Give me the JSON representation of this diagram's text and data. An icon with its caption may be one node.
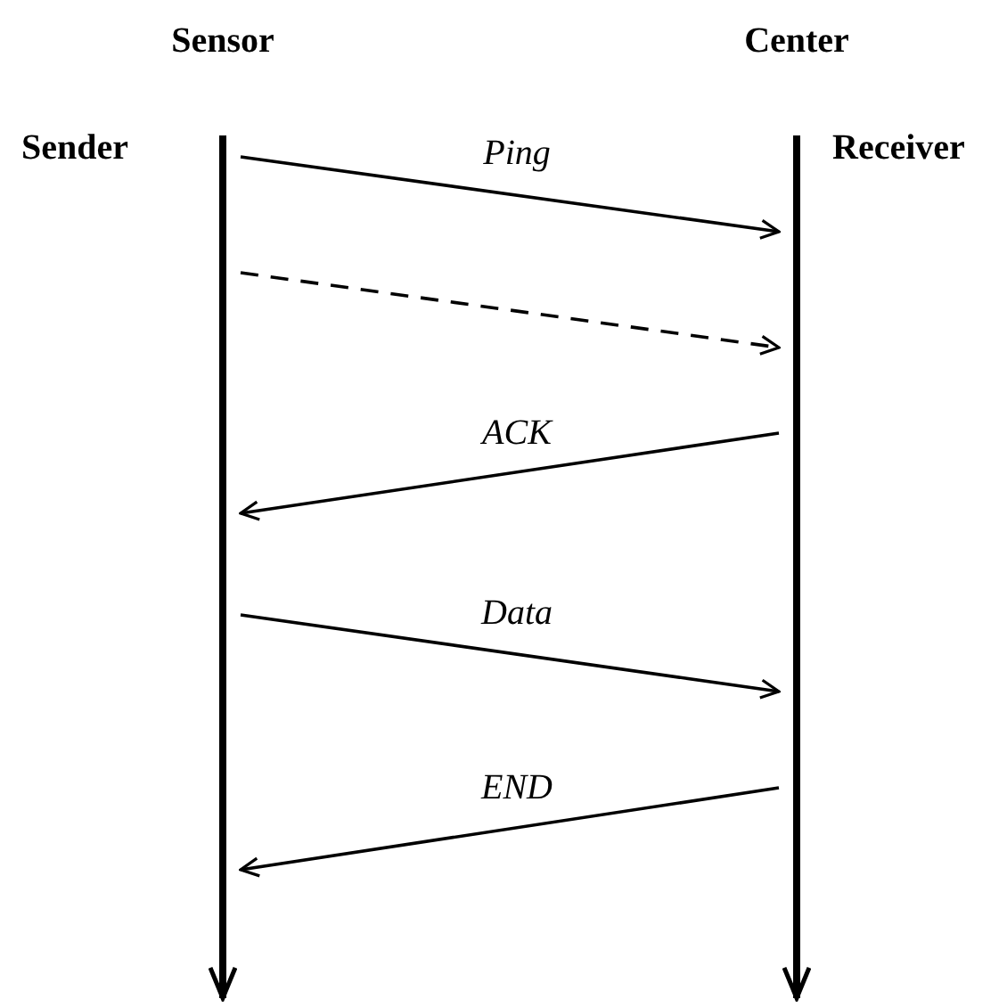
{
  "diagram": {
    "nodes": [
      {
        "text": [
          "Sensor"
        ],
        "beside": [
          "Sender"
        ]
      },
      {
        "text": [
          "Center"
        ],
        "beside": [
          "Receiver"
        ]
      }
    ],
    "edges": [
      {
        "from": 0,
        "to": 1,
        "arrow": "to",
        "label": "Ping"
      },
      {
        "from": 0,
        "to": 1,
        "arrow": "to",
        "style": "dashed"
      },
      {
        "from": 1,
        "to": 0,
        "arrow": "to",
        "label": "ACK"
      },
      {
        "from": 0,
        "to": 1,
        "arrow": "to",
        "label": "Data"
      },
      {
        "from": 1,
        "to": 0,
        "arrow": "to",
        "label": "END"
      }
    ]
  }
}
